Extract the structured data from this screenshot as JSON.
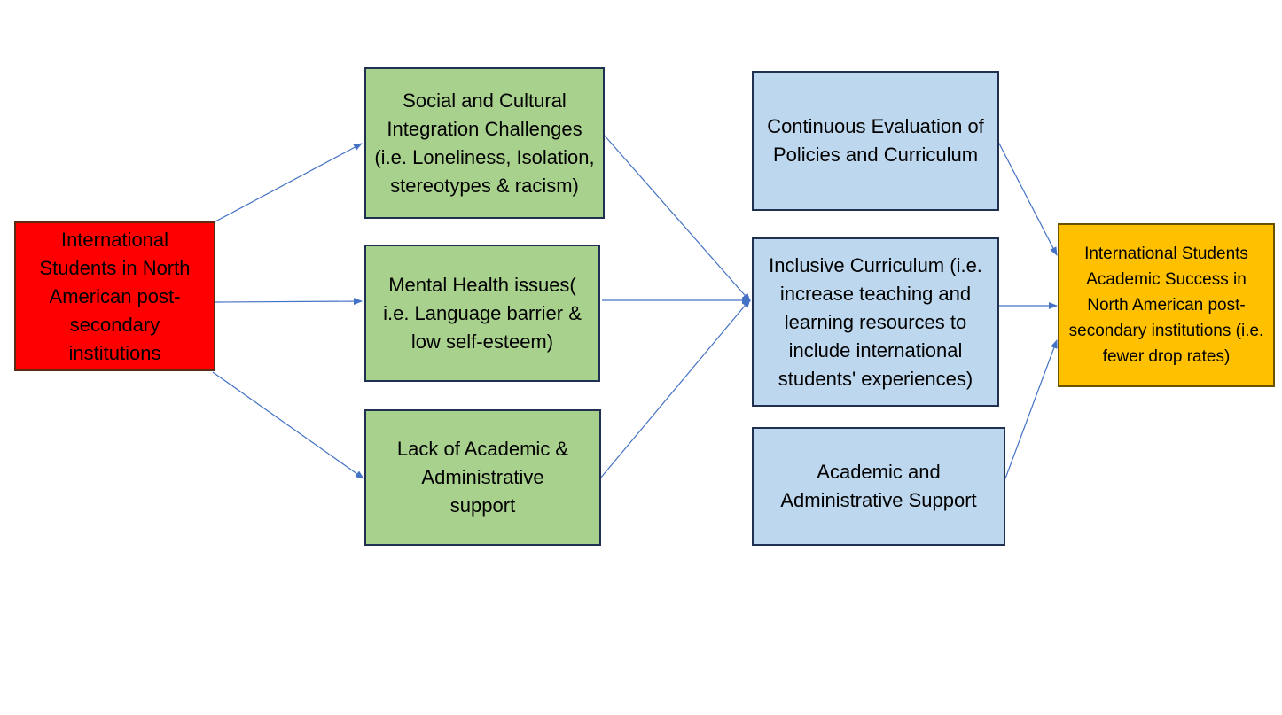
{
  "source": {
    "label": "International Students in North American post-secondary institutions"
  },
  "challenges": [
    {
      "label": "Social and Cultural Integration Challenges (i.e. Loneliness, Isolation, stereotypes & racism)"
    },
    {
      "label": "Mental Health issues( i.e. Language barrier & low self-esteem)"
    },
    {
      "label": "Lack of Academic & Administrative support"
    }
  ],
  "interventions": [
    {
      "label": "Continuous Evaluation of Policies and Curriculum"
    },
    {
      "label": "Inclusive Curriculum (i.e. increase teaching and learning resources to include international students' experiences)"
    },
    {
      "label": "Academic and Administrative Support"
    }
  ],
  "outcome": {
    "label": "International Students Academic Success in North American post-secondary institutions (i.e. fewer drop rates)"
  },
  "colors": {
    "source": "#ff0000",
    "challenge": "#a9d18e",
    "intervention": "#bdd7ee",
    "outcome": "#ffc000",
    "arrow": "#4472c4"
  }
}
